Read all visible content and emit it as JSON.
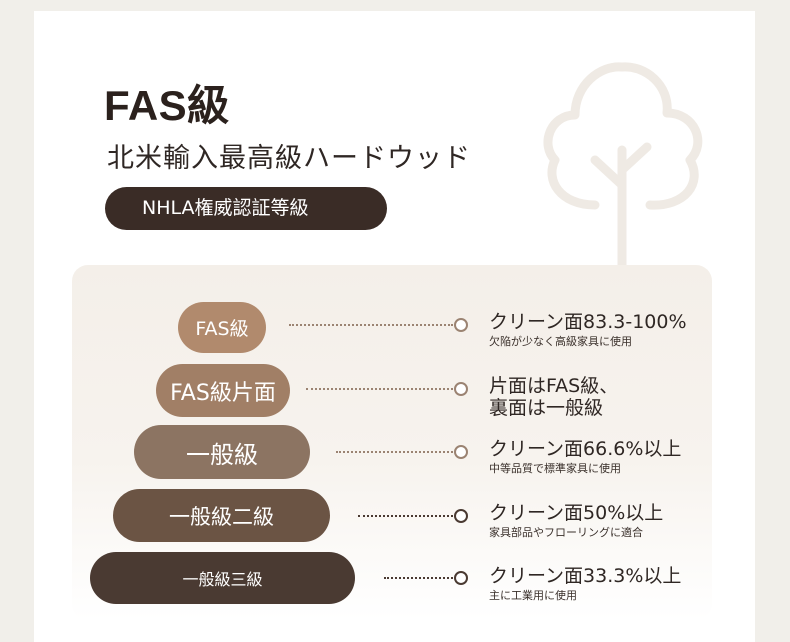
{
  "header": {
    "title": "FAS級",
    "subtitle": "北米輸入最高級ハードウッド",
    "badge": "NHLA権威認証等級"
  },
  "icons": {
    "background": "tree-icon"
  },
  "tiers": [
    {
      "label": "FAS級",
      "desc_main": "クリーン面83.3-100%",
      "desc_sub": "欠陥が少なく高級家具に使用"
    },
    {
      "label": "FAS級片面",
      "desc_main": "片面はFAS級、",
      "desc_main2": "裏面は一般級"
    },
    {
      "label": "一般級",
      "desc_main": "クリーン面66.6%以上",
      "desc_sub": "中等品質で標準家具に使用"
    },
    {
      "label": "一般級二級",
      "desc_main": "クリーン面50%以上",
      "desc_sub": "家具部品やフローリングに適合"
    },
    {
      "label": "一般級三級",
      "desc_main": "クリーン面33.3%以上",
      "desc_sub": "主に工業用に使用"
    }
  ],
  "colors": {
    "tier1": "#b18a6d",
    "tier2": "#a17f66",
    "tier3": "#8c7462",
    "tier4": "#6b5444",
    "tier5": "#4a3a32",
    "badge_bg": "#3a2c26"
  }
}
